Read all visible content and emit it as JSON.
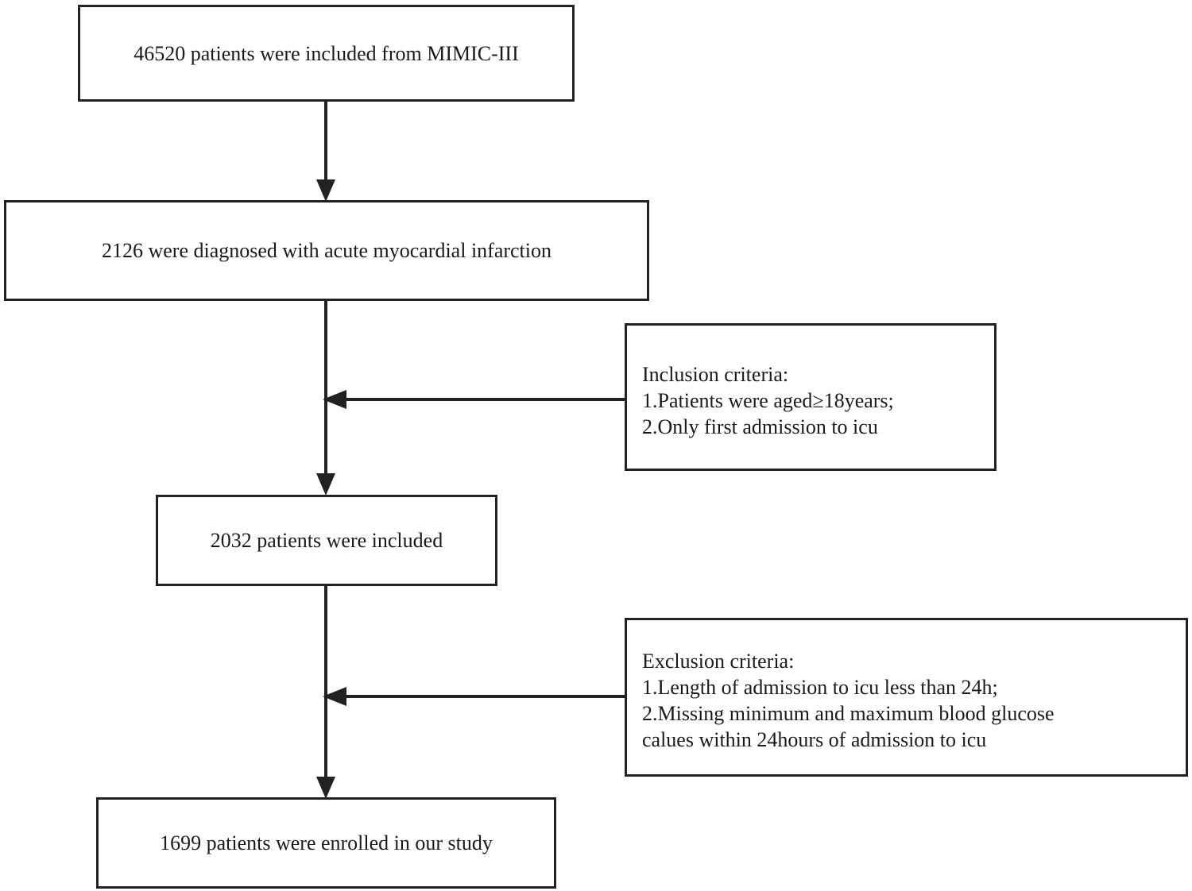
{
  "flowchart": {
    "steps": [
      {
        "text": "46520 patients were included from MIMIC-III"
      },
      {
        "text": "2126 were diagnosed with acute myocardial infarction"
      },
      {
        "text": "2032 patients were included"
      },
      {
        "text": "1699 patients were enrolled in our study"
      }
    ],
    "inclusion": {
      "title": "Inclusion criteria:",
      "items": [
        "1.Patients were aged≥18years;",
        "2.Only first admission to icu"
      ]
    },
    "exclusion": {
      "title": "Exclusion criteria:",
      "items": [
        "1.Length of admission to icu less than 24h;",
        "2.Missing minimum and maximum blood glucose",
        "calues within 24hours of admission to icu"
      ]
    }
  },
  "colors": {
    "line": "#222222",
    "background": "#ffffff"
  }
}
